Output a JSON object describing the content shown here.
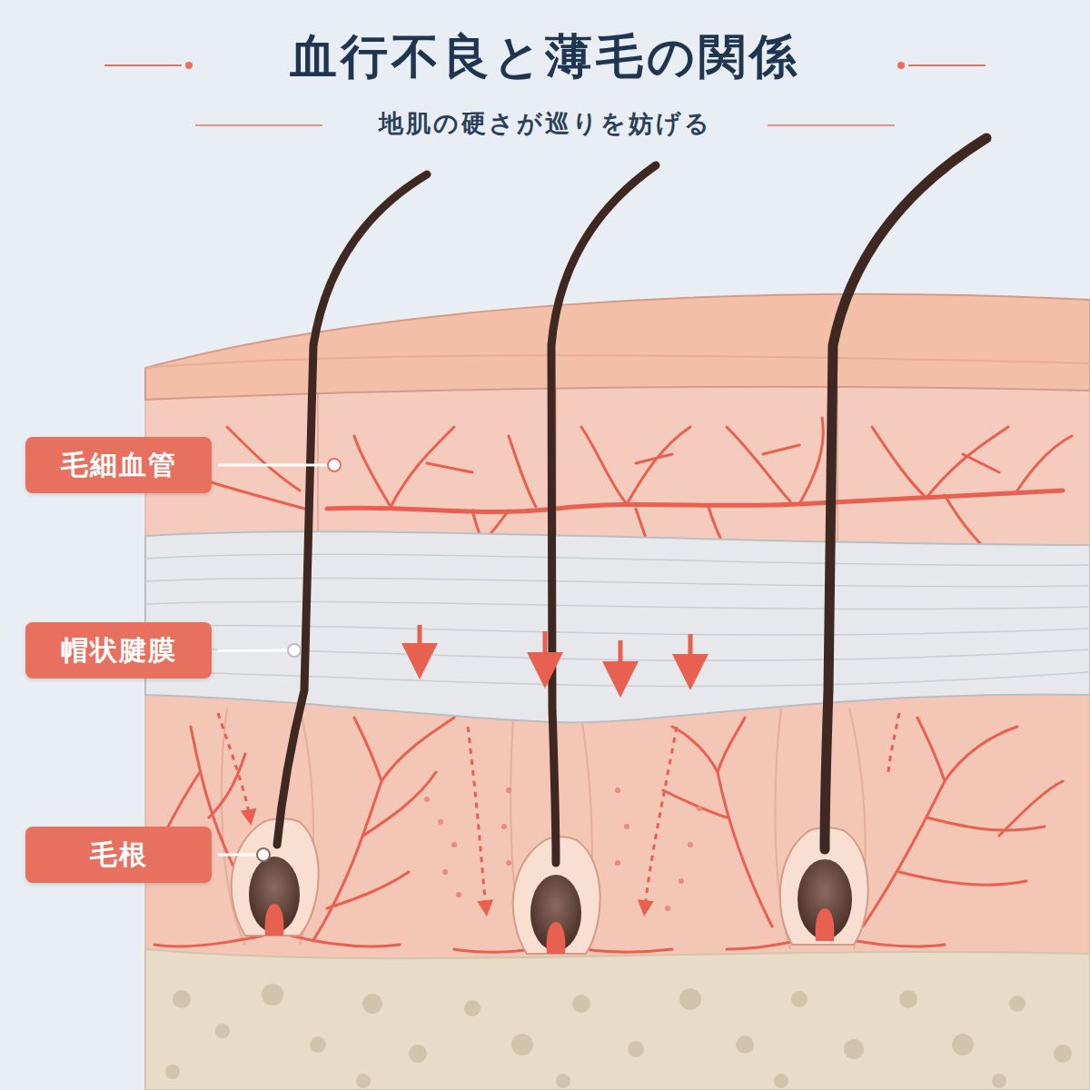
{
  "diagram": {
    "title": "血行不良と薄毛の関係",
    "nodes": [
      {
        "text": [
          "毛細血管"
        ]
      },
      {
        "text": [
          "帽状腱膜"
        ]
      },
      {
        "text": [
          "毛根"
        ]
      }
    ],
    "labels": [
      "地肌の硬さが巡りを妨げる"
    ]
  }
}
